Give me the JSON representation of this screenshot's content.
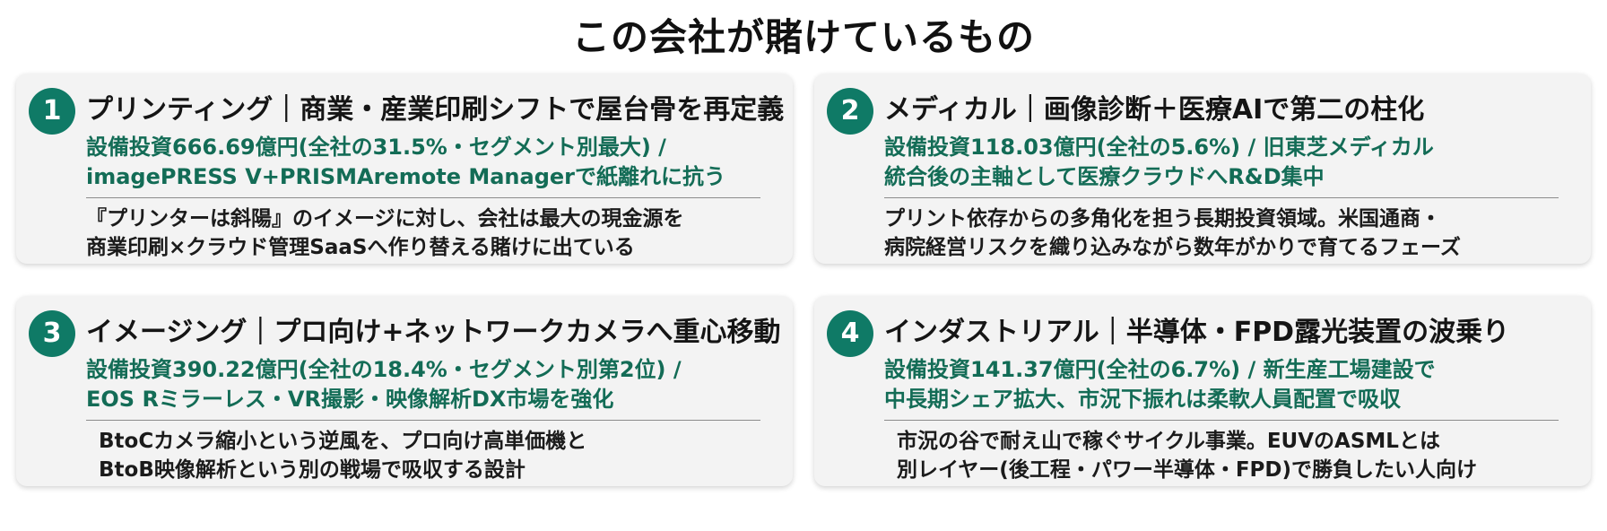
{
  "title": "この会社が賭けているもの",
  "cards": [
    {
      "number": "1",
      "heading": "プリンティング｜商業・産業印刷シフトで屋台骨を再定義",
      "highlight": [
        "設備投資666.69億円(全社の31.5%・セグメント別最大) /",
        "imagePRESS V+PRISMAremote Managerで紙離れに抗う"
      ],
      "summary": [
        "『プリンターは斜陽』のイメージに対し、会社は最大の現金源を",
        "商業印刷×クラウド管理SaaSへ作り替える賭けに出ている"
      ]
    },
    {
      "number": "2",
      "heading": "メディカル｜画像診断＋医療AIで第二の柱化",
      "highlight": [
        "設備投資118.03億円(全社の5.6%) / 旧東芝メディカル",
        "統合後の主軸として医療クラウドへR&D集中"
      ],
      "summary": [
        "プリント依存からの多角化を担う長期投資領域。米国通商・",
        "病院経営リスクを織り込みながら数年がかりで育てるフェーズ"
      ]
    },
    {
      "number": "3",
      "heading": "イメージング｜プロ向け+ネットワークカメラへ重心移動",
      "highlight": [
        "設備投資390.22億円(全社の18.4%・セグメント別第2位) /",
        "EOS Rミラーレス・VR撮影・映像解析DX市場を強化"
      ],
      "summary": [
        "BtoCカメラ縮小という逆風を、プロ向け高単価機と",
        "BtoB映像解析という別の戦場で吸収する設計"
      ]
    },
    {
      "number": "4",
      "heading": "インダストリアル｜半導体・FPD露光装置の波乗り",
      "highlight": [
        "設備投資141.37億円(全社の6.7%) / 新生産工場建設で",
        "中長期シェア拡大、市況下振れは柔軟人員配置で吸収"
      ],
      "summary": [
        "市況の谷で耐え山で稼ぐサイクル事業。EUVのASMLとは",
        "別レイヤー(後工程・パワー半導体・FPD)で勝負したい人向け"
      ]
    }
  ],
  "colors": {
    "accent": "#0f7a66",
    "highlight_text": "#136c56",
    "card_bg": "#f3f3f3"
  }
}
